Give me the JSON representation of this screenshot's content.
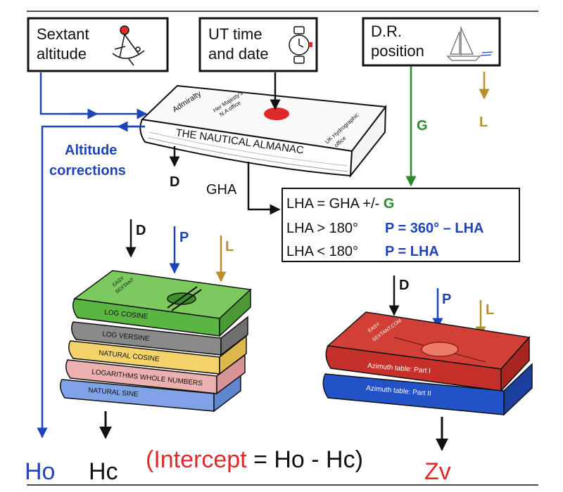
{
  "colors": {
    "blue": "#1f43b8",
    "green": "#2e8b2e",
    "olive": "#b8902a",
    "red": "#e02a2a",
    "black": "#111111"
  },
  "inputs": {
    "sextant": {
      "line1": "Sextant",
      "line2": "altitude"
    },
    "ut": {
      "line1": "UT time",
      "line2": "and date"
    },
    "dr": {
      "line1": "D.R.",
      "line2": "position"
    }
  },
  "almanac": {
    "title": "THE NAUTICAL ALMANAC",
    "publisher_left": "Admiralty",
    "publisher_mid1": "Her Majesty's",
    "publisher_mid2": "N.A office",
    "publisher_right1": "UK Hydrographic",
    "publisher_right2": "office"
  },
  "labels": {
    "altitude_corrections_1": "Altitude",
    "altitude_corrections_2": "corrections",
    "g": "G",
    "l": "L",
    "d": "D",
    "p": "P",
    "gha": "GHA"
  },
  "formula": {
    "row1_a": "LHA = GHA +/- ",
    "row1_b": "G",
    "row2_a": "LHA > 180°",
    "row2_b": "P = 360° – LHA",
    "row3_a": "LHA < 180°",
    "row3_b": "P = LHA"
  },
  "log_books": {
    "cover_1": "EASY",
    "cover_2": "SEXTANT",
    "titles": [
      "LOG COSINE",
      "LOG VERSINE",
      "NATURAL COSINE",
      "LOGARITHMS WHOLE NUMBERS",
      "NATURAL SINE"
    ],
    "colors": [
      "#5bb543",
      "#8a8a8a",
      "#f3d36a",
      "#ebb0b0",
      "#7fa3e6"
    ]
  },
  "azimuth_books": {
    "cover_1": "EASY",
    "cover_2": "SEXTANT.COM",
    "titles": [
      "Azimuth table: Part I",
      "Azimuth table: Part II"
    ],
    "colors": [
      "#c6302a",
      "#2351c6"
    ]
  },
  "results": {
    "ho": "Ho",
    "hc": "Hc",
    "zv": "Zv",
    "intercept_word": "(Intercept",
    "intercept_formula": " = Ho - Hc)"
  }
}
